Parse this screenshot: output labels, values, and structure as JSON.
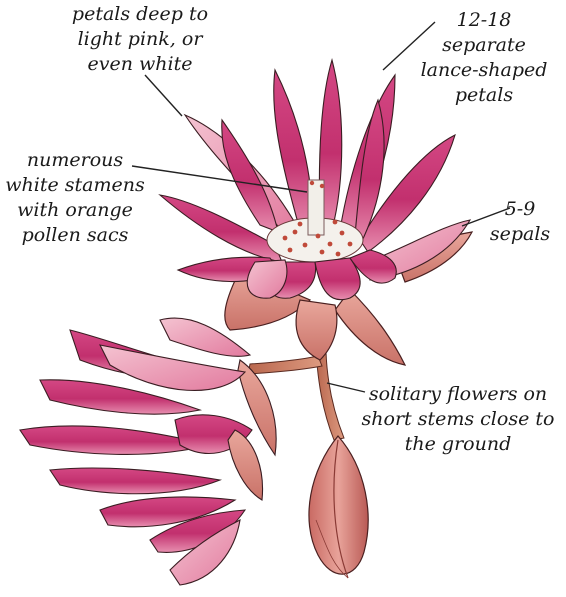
{
  "labels": {
    "petals_color": [
      "petals deep to",
      "light pink, or",
      "even white"
    ],
    "petal_count": [
      "12-18",
      "separate",
      "lance-shaped",
      "petals"
    ],
    "stamens": [
      "numerous",
      "white stamens",
      "with orange",
      "pollen sacs"
    ],
    "sepals": [
      "5-9",
      "sepals"
    ],
    "stems": [
      "solitary flowers on",
      "short stems close to",
      "the ground"
    ]
  },
  "colors": {
    "petal_deep": "#c2306e",
    "petal_mid": "#d9558f",
    "petal_light": "#f2b8c8",
    "sepal": "#dc8e84",
    "stem": "#c97a62",
    "stamen": "#f4f1ec",
    "pollen": "#c04a3a",
    "outline": "#3a1d22",
    "leader": "#222222"
  }
}
